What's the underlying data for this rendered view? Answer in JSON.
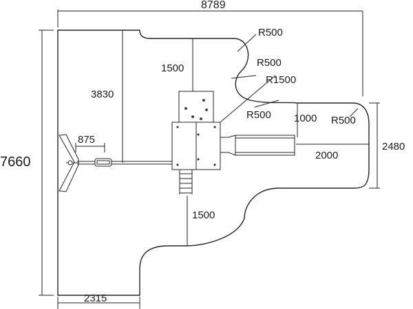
{
  "drawing": {
    "overall_width": "8789",
    "overall_height": "7660",
    "left_bottom_width": "2315",
    "right_side_height": "2480",
    "swing_length": "875",
    "swing_offset": "3830",
    "top_offset": "1500",
    "bottom_offset": "1500",
    "slide_length": "2000",
    "slide_offset": "1000",
    "radius_top_1": "R500",
    "radius_top_2": "R500",
    "radius_large": "R1500",
    "radius_mid": "R500",
    "radius_right": "R500"
  }
}
